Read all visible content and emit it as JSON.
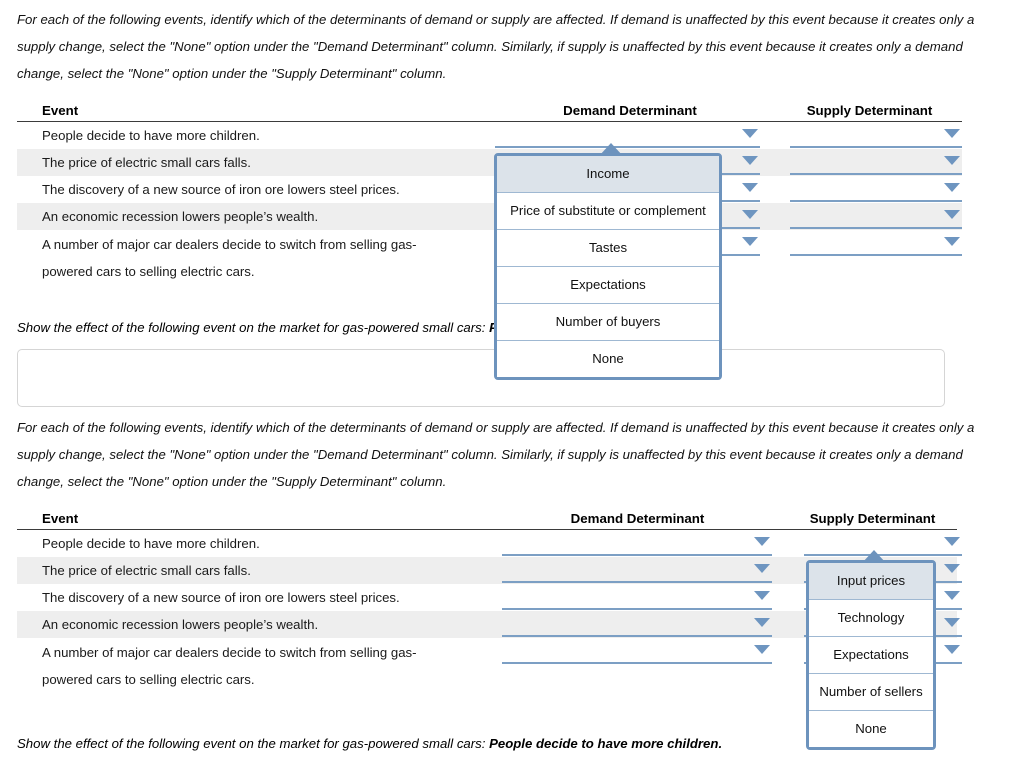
{
  "instructions": "For each of the following events, identify which of the determinants of demand or supply are affected. If demand is unaffected by this event because it creates only a supply change, select the \"None\" option under the \"Demand Determinant\" column. Similarly, if supply is unaffected by this event because it creates only a demand change, select the \"None\" option under the \"Supply Determinant\" column.",
  "columns": {
    "event": "Event",
    "demand": "Demand Determinant",
    "supply": "Supply Determinant"
  },
  "events": [
    "People decide to have more children.",
    "The price of electric small cars falls.",
    "The discovery of a new source of iron ore lowers steel prices.",
    "An economic recession lowers people’s wealth.",
    "A number of major car dealers decide to switch from selling gas-\npowered cars to selling electric cars."
  ],
  "closing": {
    "prefix": "Show the effect of the following event on the market for gas-powered small cars: ",
    "bold": "People decide to have more children."
  },
  "demand_dropdown": {
    "options": [
      "Income",
      "Price of substitute or complement",
      "Tastes",
      "Expectations",
      "Number of buyers",
      "None"
    ],
    "selected": "Income"
  },
  "supply_dropdown": {
    "options": [
      "Input prices",
      "Technology",
      "Expectations",
      "Number of sellers",
      "None"
    ],
    "selected": "Input prices"
  },
  "colors": {
    "accent_blue": "#6d93bd",
    "underline_blue": "#7c9fc4",
    "caret_blue": "#6e95c0",
    "highlight": "#dce3ea",
    "row_stripe": "#eeeeee",
    "header_rule": "#3b3b3b"
  }
}
